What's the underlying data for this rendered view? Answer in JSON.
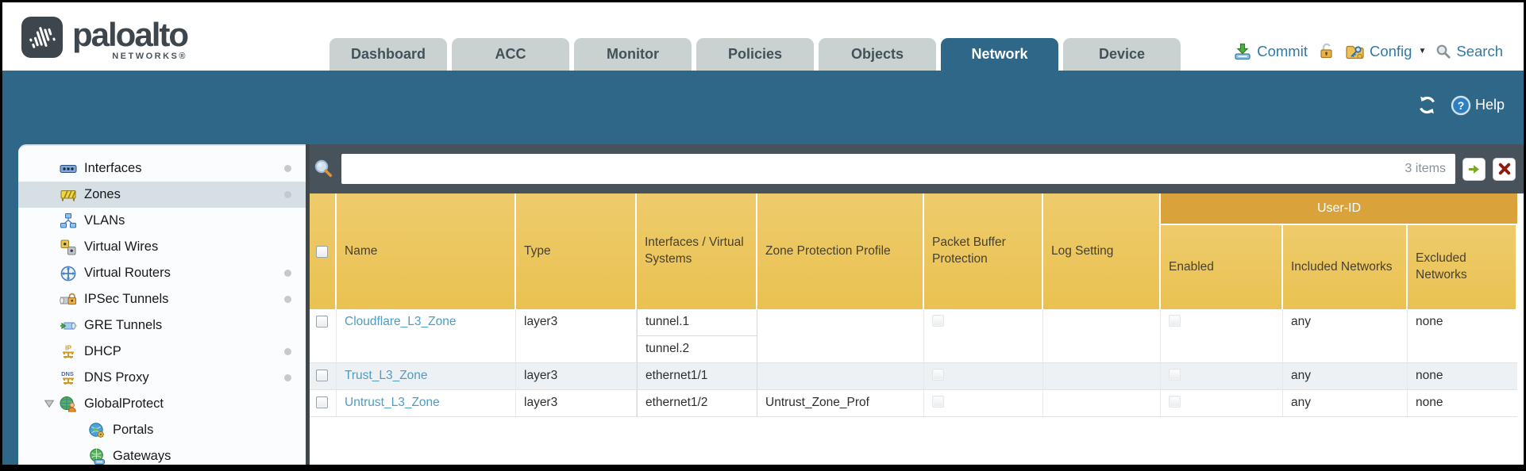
{
  "brand": {
    "wordmark": "paloalto",
    "sub": "NETWORKS®"
  },
  "nav_tabs": [
    {
      "label": "Dashboard",
      "active": false
    },
    {
      "label": "ACC",
      "active": false
    },
    {
      "label": "Monitor",
      "active": false
    },
    {
      "label": "Policies",
      "active": false
    },
    {
      "label": "Objects",
      "active": false
    },
    {
      "label": "Network",
      "active": true
    },
    {
      "label": "Device",
      "active": false
    }
  ],
  "top_actions": {
    "commit": "Commit",
    "config": "Config",
    "search": "Search"
  },
  "band": {
    "help_label": "Help"
  },
  "sidebar": {
    "items": [
      {
        "label": "Interfaces",
        "icon": "interfaces-icon",
        "dot": true,
        "selected": false,
        "child": false,
        "expander": false
      },
      {
        "label": "Zones",
        "icon": "zones-icon",
        "dot": true,
        "selected": true,
        "child": false,
        "expander": false
      },
      {
        "label": "VLANs",
        "icon": "vlans-icon",
        "dot": false,
        "selected": false,
        "child": false,
        "expander": false
      },
      {
        "label": "Virtual Wires",
        "icon": "virtual-wires-icon",
        "dot": false,
        "selected": false,
        "child": false,
        "expander": false
      },
      {
        "label": "Virtual Routers",
        "icon": "virtual-routers-icon",
        "dot": true,
        "selected": false,
        "child": false,
        "expander": false
      },
      {
        "label": "IPSec Tunnels",
        "icon": "ipsec-tunnels-icon",
        "dot": true,
        "selected": false,
        "child": false,
        "expander": false
      },
      {
        "label": "GRE Tunnels",
        "icon": "gre-tunnels-icon",
        "dot": false,
        "selected": false,
        "child": false,
        "expander": false
      },
      {
        "label": "DHCP",
        "icon": "dhcp-icon",
        "dot": true,
        "selected": false,
        "child": false,
        "expander": false
      },
      {
        "label": "DNS Proxy",
        "icon": "dns-proxy-icon",
        "dot": true,
        "selected": false,
        "child": false,
        "expander": false
      },
      {
        "label": "GlobalProtect",
        "icon": "globalprotect-icon",
        "dot": false,
        "selected": false,
        "child": false,
        "expander": true
      },
      {
        "label": "Portals",
        "icon": "portals-icon",
        "dot": false,
        "selected": false,
        "child": true,
        "expander": false
      },
      {
        "label": "Gateways",
        "icon": "gateways-icon",
        "dot": false,
        "selected": false,
        "child": true,
        "expander": false
      }
    ]
  },
  "search_bar": {
    "value": "",
    "count_label": "3 items"
  },
  "zones_table": {
    "group_header": "User-ID",
    "columns": [
      "Name",
      "Type",
      "Interfaces / Virtual Systems",
      "Zone Protection Profile",
      "Packet Buffer Protection",
      "Log Setting",
      "Enabled",
      "Included Networks",
      "Excluded Networks"
    ],
    "rows": [
      {
        "name": "Cloudflare_L3_Zone",
        "type": "layer3",
        "interfaces": [
          "tunnel.1",
          "tunnel.2"
        ],
        "zone_protection_profile": "",
        "packet_buffer_protection": false,
        "log_setting": "",
        "user_id_enabled": false,
        "included_networks": "any",
        "excluded_networks": "none",
        "highlighted": false
      },
      {
        "name": "Trust_L3_Zone",
        "type": "layer3",
        "interfaces": [
          "ethernet1/1"
        ],
        "zone_protection_profile": "",
        "packet_buffer_protection": false,
        "log_setting": "",
        "user_id_enabled": false,
        "included_networks": "any",
        "excluded_networks": "none",
        "highlighted": true
      },
      {
        "name": "Untrust_L3_Zone",
        "type": "layer3",
        "interfaces": [
          "ethernet1/2"
        ],
        "zone_protection_profile": "Untrust_Zone_Prof",
        "packet_buffer_protection": false,
        "log_setting": "",
        "user_id_enabled": false,
        "included_networks": "any",
        "excluded_networks": "none",
        "highlighted": false
      }
    ]
  },
  "colors": {
    "teal": "#2F6788",
    "slate": "#48525B",
    "header_gold": "#EDC75F",
    "group_gold": "#D9A23B",
    "link_blue": "#4E9CC1",
    "action_blue": "#3279A3"
  }
}
